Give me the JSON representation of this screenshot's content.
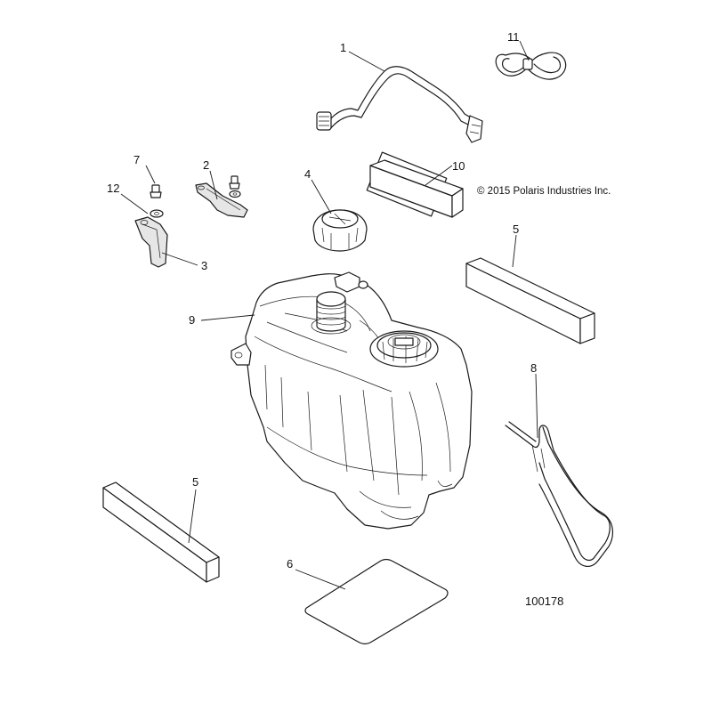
{
  "diagram": {
    "copyright": "© 2015 Polaris Industries Inc.",
    "figure_number": "100178",
    "callouts": {
      "c1": "1",
      "c2": "2",
      "c3": "3",
      "c4": "4",
      "c5a": "5",
      "c5b": "5",
      "c6": "6",
      "c7": "7",
      "c8": "8",
      "c9": "9",
      "c10": "10",
      "c11": "11",
      "c12": "12"
    }
  }
}
